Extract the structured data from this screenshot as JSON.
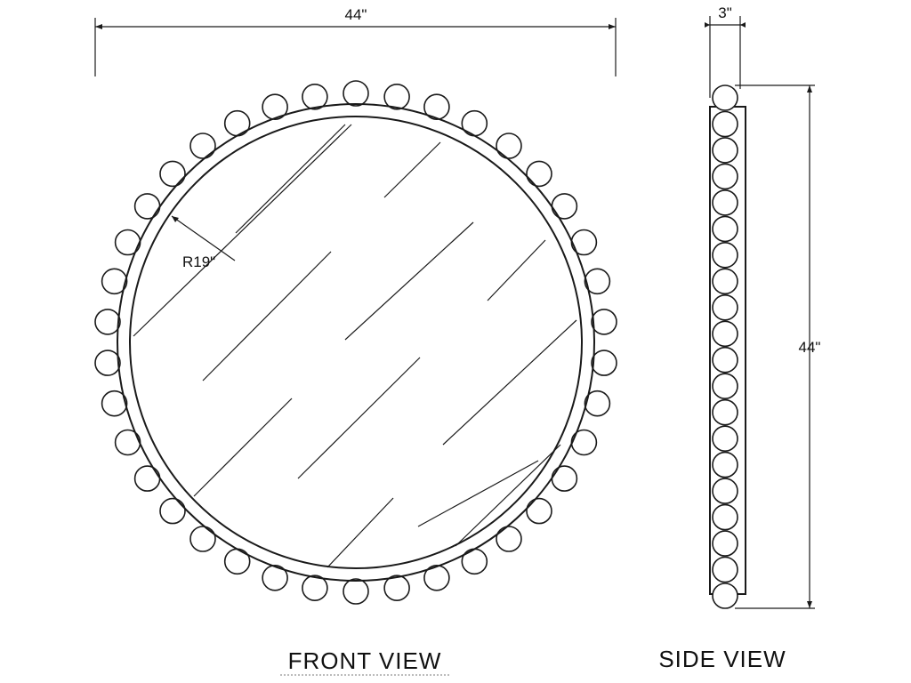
{
  "front_view": {
    "label": "FRONT VIEW",
    "width_dimension": "44\"",
    "radius_dimension": "R19\""
  },
  "side_view": {
    "label": "SIDE VIEW",
    "depth_dimension": "3\"",
    "height_dimension": "44\""
  }
}
